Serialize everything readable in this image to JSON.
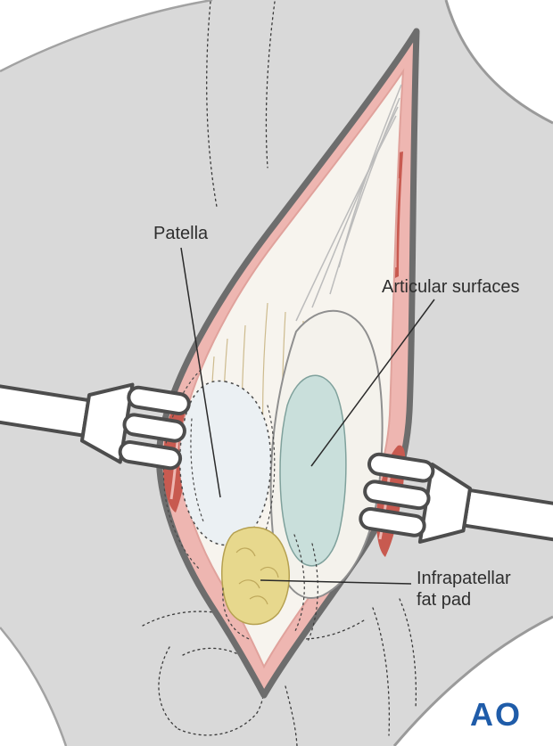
{
  "figure": {
    "labels": {
      "patella": "Patella",
      "articular_surfaces": "Articular surfaces",
      "infrapatellar_line1": "Infrapatellar",
      "infrapatellar_line2": "fat pad"
    },
    "logo": {
      "text": "AO"
    },
    "colors": {
      "skin": "#d9d9d9",
      "wound_pink": "#eeb6b1",
      "muscle_red": "#c85a50",
      "tissue_ivory": "#f7f4ee",
      "articular_blue": "#c9dfdb",
      "fat_pad_yellow": "#e7d88d",
      "patella_fill": "#ebf0f3",
      "outline_gray": "#6d6d6d",
      "logo_blue": "#1f5ca9"
    }
  }
}
